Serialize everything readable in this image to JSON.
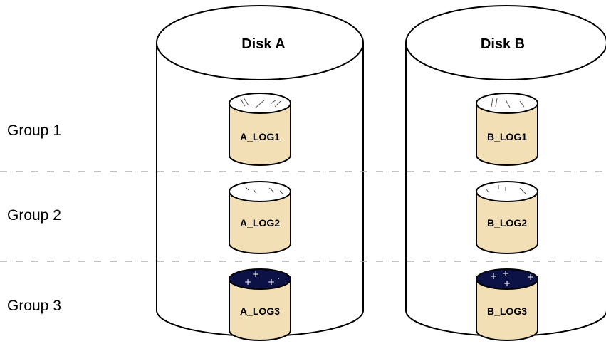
{
  "disks": [
    {
      "label": "Disk A"
    },
    {
      "label": "Disk B"
    }
  ],
  "groups": [
    {
      "label": "Group 1"
    },
    {
      "label": "Group 2"
    },
    {
      "label": "Group 3"
    }
  ],
  "logs": {
    "disk_a": [
      {
        "label": "A_LOG1",
        "state": "white"
      },
      {
        "label": "A_LOG2",
        "state": "white"
      },
      {
        "label": "A_LOG3",
        "state": "dark-stars"
      }
    ],
    "disk_b": [
      {
        "label": "B_LOG1",
        "state": "white"
      },
      {
        "label": "B_LOG2",
        "state": "white"
      },
      {
        "label": "B_LOG3",
        "state": "dark-stars"
      }
    ]
  },
  "colors": {
    "log_body": "#f3dfb6",
    "log_top_white": "#ffffff",
    "log_top_dark": "#0d1246",
    "outline": "#000000",
    "separator": "#b0b0b0"
  }
}
